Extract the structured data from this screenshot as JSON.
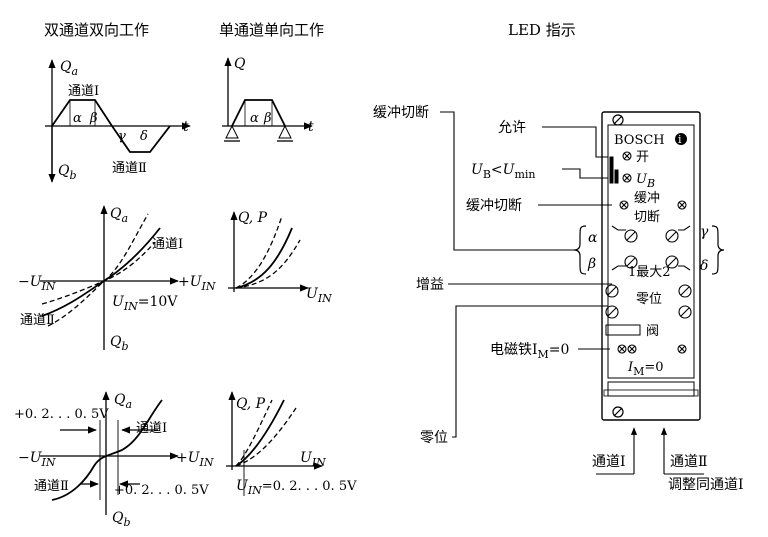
{
  "headers": {
    "bidirectional": "双通道双向工作",
    "single": "单通道单向工作",
    "led": "LED 指示"
  },
  "axes": {
    "Qa": "Q",
    "Qa_sub": "a",
    "Qb": "Q",
    "Qb_sub": "b",
    "t": "t",
    "Q": "Q",
    "QP": "Q, P",
    "plus_uin": "+U",
    "minus_uin": "−U",
    "uin": "U",
    "uin_sub": "IN"
  },
  "plot_labels": {
    "ch1": "通道Ⅰ",
    "ch2": "通道Ⅱ",
    "alpha": "α",
    "beta": "β",
    "gamma": "γ",
    "delta": "δ",
    "uin_10v": "=10V",
    "offset_range": "+0. 2. . . 0. 5V",
    "uin_range": "=0. 2. . . 0. 5V"
  },
  "left_callouts": {
    "buffer_cut": "缓冲切断",
    "allow": "允许",
    "ub": "U",
    "ub_sub": "B",
    "lt": "<U",
    "umin_sub": "min",
    "buffer_cut2": "缓冲切断",
    "gain": "增益",
    "zero": "零位",
    "magnet": "电磁铁I",
    "magnet_sub": "M",
    "magnet_eq": "=0"
  },
  "panel": {
    "brand": "BOSCH",
    "open": "开",
    "ub": "U",
    "ub_sub": "B",
    "buffer": "缓冲",
    "cut": "切断",
    "max": "1最大2",
    "zero": "零位",
    "valve": "阀",
    "im": "I",
    "im_sub": "M",
    "im_eq": "=0"
  },
  "bracket_labels": {
    "alpha": "α",
    "beta": "β",
    "gamma": "γ",
    "delta": "δ"
  },
  "bottom_labels": {
    "ch1": "通道Ⅰ",
    "ch2": "通道Ⅱ",
    "adjust": "调整同通道Ⅰ"
  }
}
